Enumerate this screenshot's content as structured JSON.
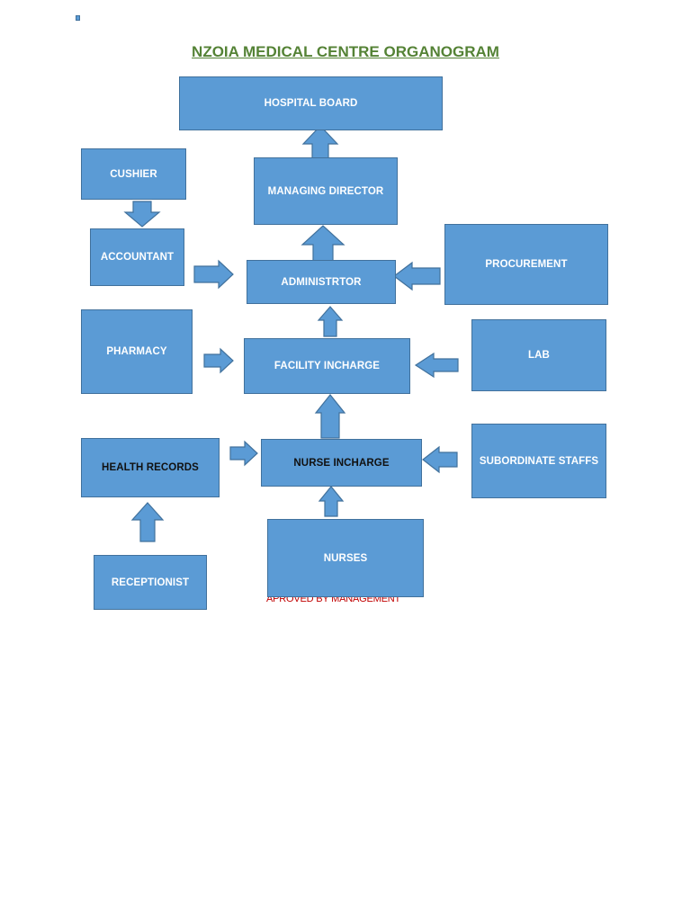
{
  "title": "NZOIA MEDICAL CENTRE ORGANOGRAM",
  "nodes": {
    "hospital_board": "HOSPITAL BOARD",
    "managing_director": "MANAGING DIRECTOR",
    "cushier": "CUSHIER",
    "accountant": "ACCOUNTANT",
    "administrator": "ADMINISTRTOR",
    "procurement": "PROCUREMENT",
    "pharmacy": "PHARMACY",
    "facility_incharge": "FACILITY INCHARGE",
    "lab": "LAB",
    "health_records": "HEALTH RECORDS",
    "nurse_incharge": "NURSE INCHARGE",
    "subordinate_staffs": "SUBORDINATE STAFFS",
    "receptionist": "RECEPTIONIST",
    "nurses": "NURSES"
  },
  "approval_note": "APROVED BY MANAGEMENT",
  "colors": {
    "box_fill": "#5b9bd5",
    "box_border": "#41719c",
    "title": "#548235",
    "approval": "#c00000"
  }
}
